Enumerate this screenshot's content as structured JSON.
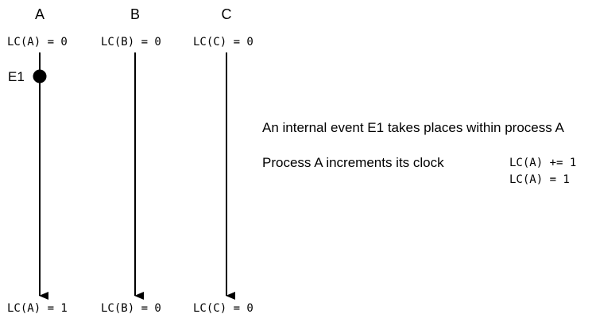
{
  "processes": [
    {
      "name": "A",
      "initial_clock": "LC(A) = 0",
      "final_clock": "LC(A) = 1"
    },
    {
      "name": "B",
      "initial_clock": "LC(B) = 0",
      "final_clock": "LC(B) = 0"
    },
    {
      "name": "C",
      "initial_clock": "LC(C) = 0",
      "final_clock": "LC(C) = 0"
    }
  ],
  "event": {
    "label": "E1",
    "process": "A"
  },
  "description": {
    "line1": "An internal event E1 takes places within process A",
    "line2": "Process A increments its clock"
  },
  "clock_update": {
    "line1": "LC(A) += 1",
    "line2": "LC(A) = 1"
  }
}
